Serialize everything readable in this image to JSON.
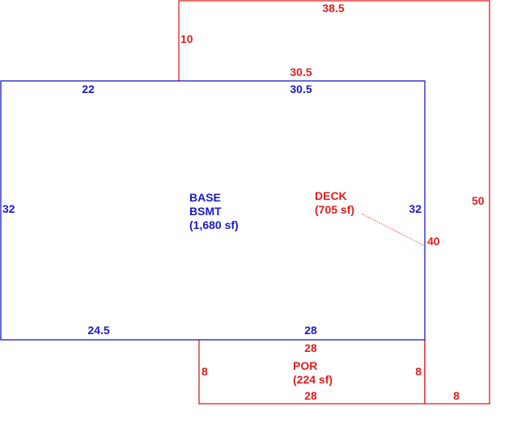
{
  "colors": {
    "base": "#1a1ac8",
    "deck": "#e01e1e",
    "background": "#ffffff"
  },
  "base_area": {
    "name_line1": "BASE",
    "name_line2": "BSMT",
    "area": "(1,680 sf)",
    "dims": {
      "top_left": "22",
      "top_right": "30.5",
      "bottom_left": "24.5",
      "bottom_right": "28",
      "left": "32",
      "right": "32"
    }
  },
  "deck_area": {
    "name": "DECK",
    "area": "(705 sf)",
    "dims": {
      "top": "38.5",
      "upper_left": "10",
      "inner_top": "30.5",
      "right": "50",
      "inner_right": "40",
      "bottom": "8"
    }
  },
  "porch_area": {
    "name": "POR",
    "area": "(224 sf)",
    "dims": {
      "top": "28",
      "bottom": "28",
      "left": "8",
      "right": "8"
    }
  }
}
